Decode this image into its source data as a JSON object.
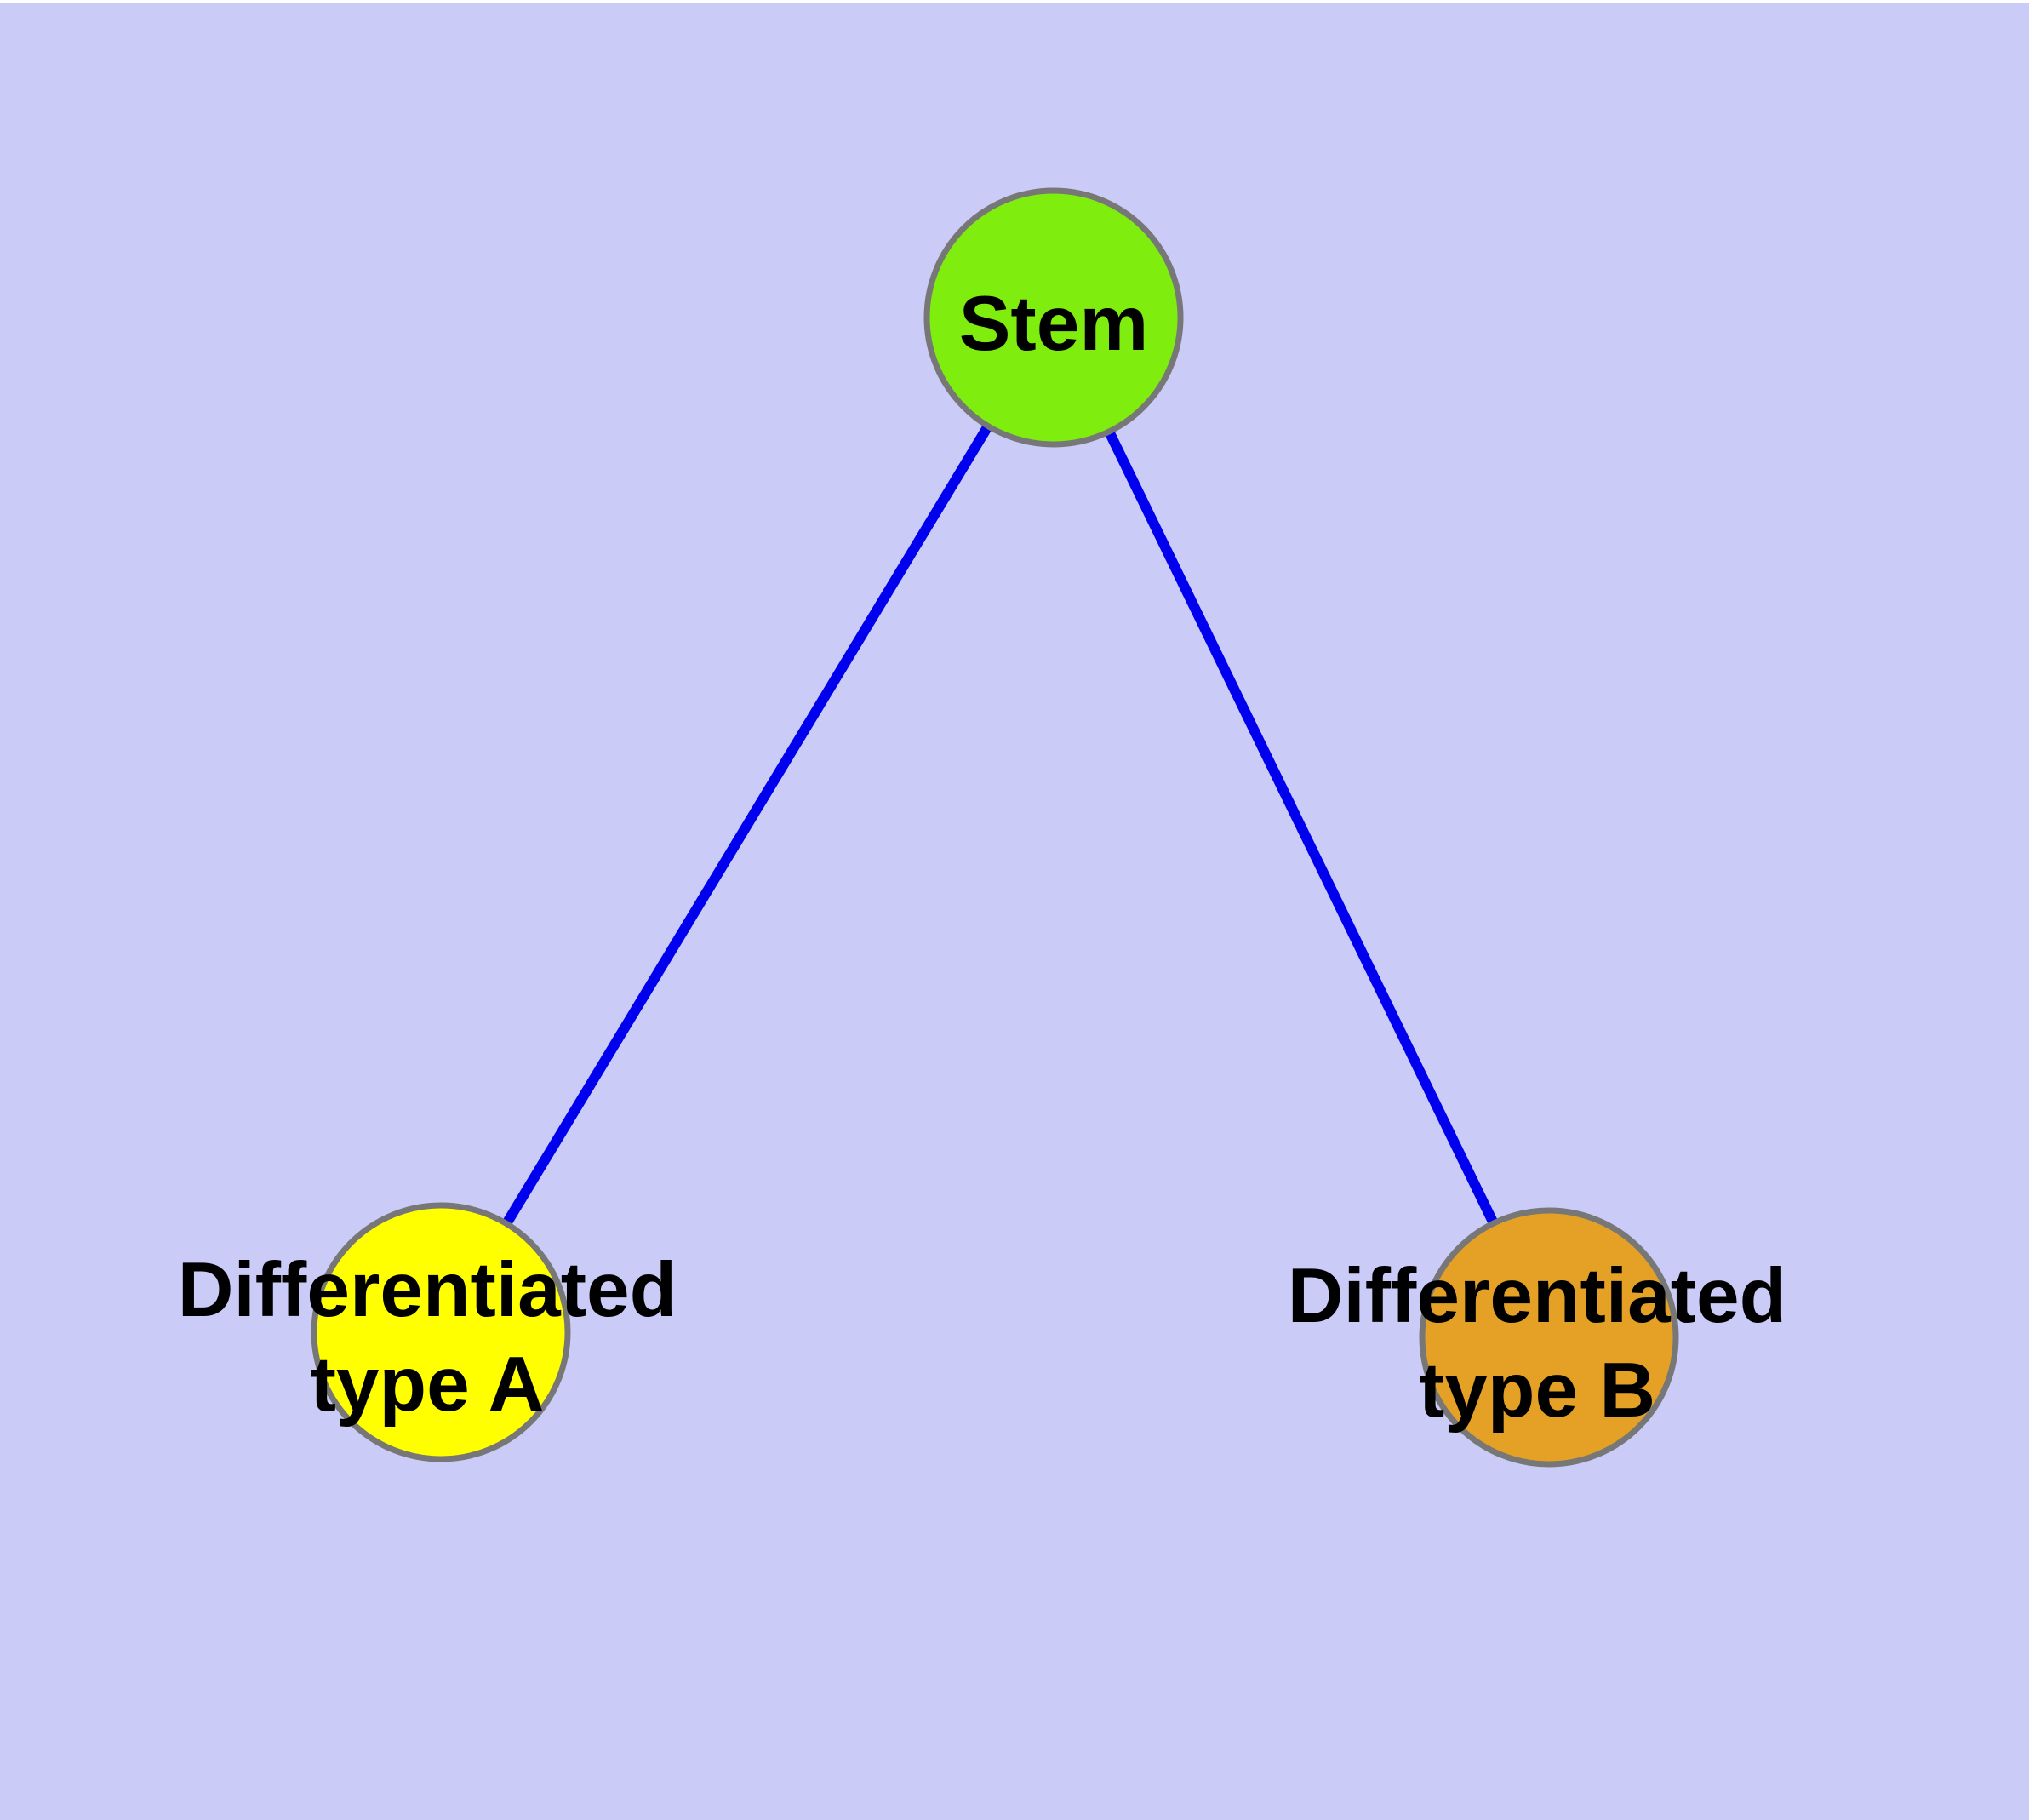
{
  "diagram": {
    "background_color": "#CBCBF8",
    "top_strip_color": "#FFFFFF",
    "edge_color": "#0000EE",
    "node_border_color": "#777777",
    "nodes": {
      "stem": {
        "label": "Stem",
        "color": "#7FEE0E"
      },
      "type_a": {
        "label_line1": "Differentiated",
        "label_line2": "type A",
        "color": "#FFFF00"
      },
      "type_b": {
        "label_line1": "Differentiated",
        "label_line2": "type B",
        "color": "#E4A125"
      }
    },
    "edges": [
      {
        "from": "Stem",
        "to": "Differentiated type A"
      },
      {
        "from": "Stem",
        "to": "Differentiated type B"
      }
    ]
  }
}
